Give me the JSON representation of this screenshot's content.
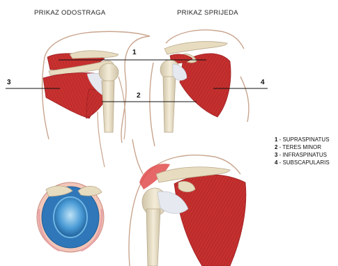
{
  "views": {
    "back_title": "PRIKAZ ODOSTRAGA",
    "front_title": "PRIKAZ SPRIJEDA"
  },
  "callouts": [
    "1",
    "2",
    "3",
    "4"
  ],
  "legend": [
    {
      "num": "1",
      "sep": " - ",
      "name": "SUPRASPINATUS"
    },
    {
      "num": "2",
      "sep": " - ",
      "name": "TERES MINOR"
    },
    {
      "num": "3",
      "sep": " - ",
      "name": "INFRASPINATUS"
    },
    {
      "num": "4",
      "sep": " - ",
      "name": "SUBSCAPULARIS"
    }
  ],
  "colors": {
    "muscle": "#c8312f",
    "muscle_dark": "#9e1f22",
    "bone": "#e8dcc0",
    "skin_outline": "#c9a58e",
    "tendon": "#e6e9ef",
    "joint_blue": "#3d8fd0"
  }
}
